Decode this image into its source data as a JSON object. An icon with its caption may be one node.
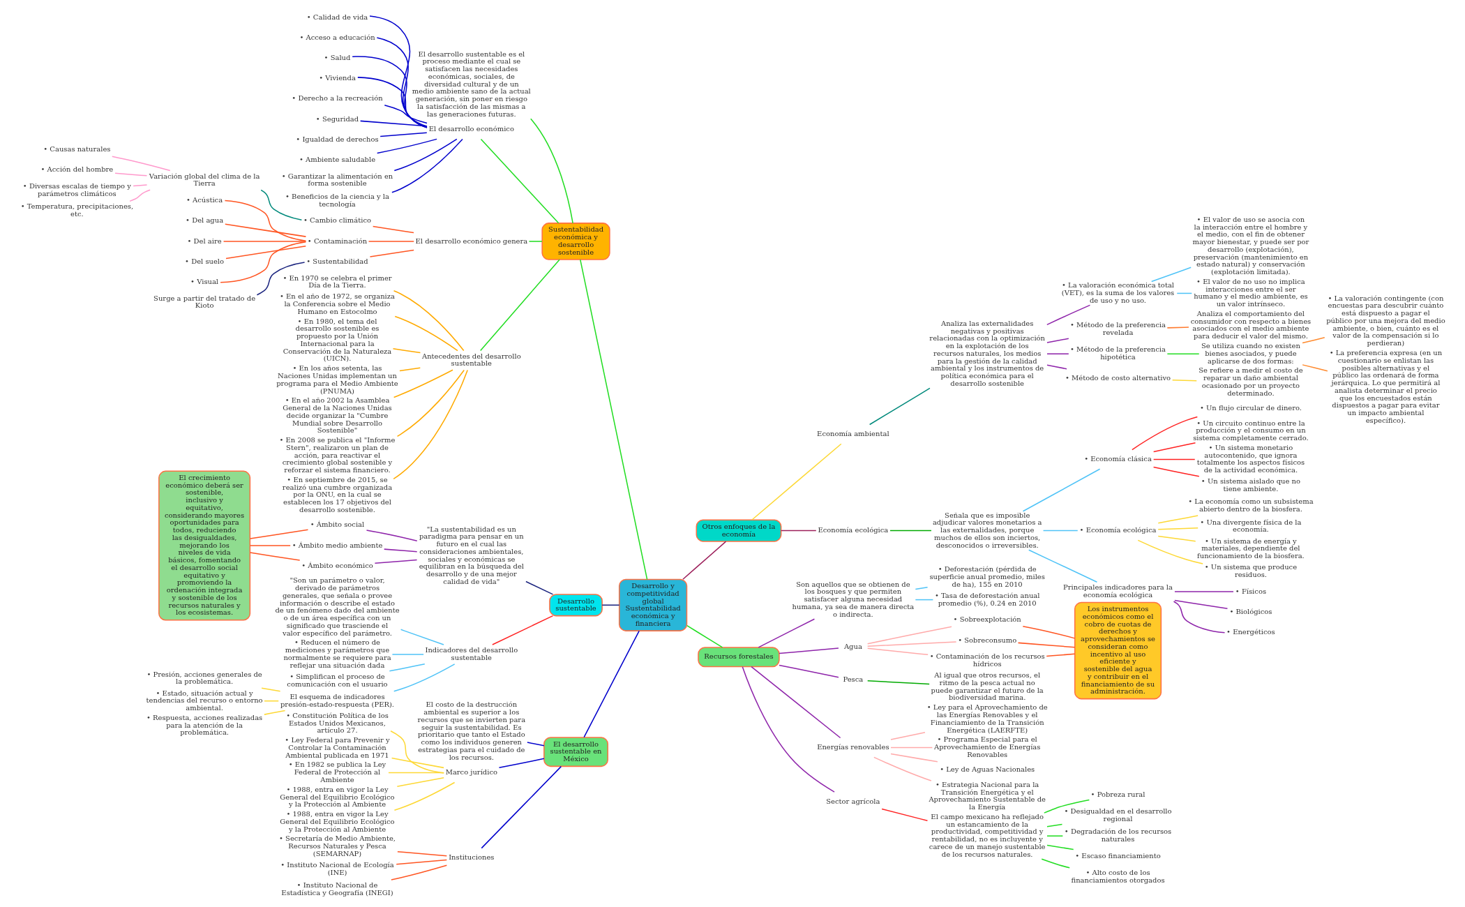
{
  "diagram": {
    "nodes": [
      {
        "text": [
          "Desarrollo y competitividad global Sustentabilidad económica y financiera"
        ]
      },
      {
        "text": [
          "Sustentabilidad económica y desarrollo sostenible"
        ]
      },
      {
        "text": [
          "El desarrollo sustentable es el proceso mediante el cual se satisfacen las necesidades económicas, sociales, de diversidad cultural y de un medio ambiente sano de la actual generación, sin poner en riesgo la satisfacción de las mismas a las generaciones futuras."
        ]
      },
      {
        "text": [
          "El desarrollo económico"
        ]
      },
      {
        "text": [
          "• Calidad de vida"
        ]
      },
      {
        "text": [
          "• Acceso a educación"
        ]
      },
      {
        "text": [
          "• Salud"
        ]
      },
      {
        "text": [
          "• Vivienda"
        ]
      },
      {
        "text": [
          "• Derecho a la recreación"
        ]
      },
      {
        "text": [
          "• Seguridad"
        ]
      },
      {
        "text": [
          "• Igualdad de derechos"
        ]
      },
      {
        "text": [
          "• Ambiente saludable"
        ]
      },
      {
        "text": [
          "• Garantizar la alimentación en forma sostenible"
        ]
      },
      {
        "text": [
          "• Beneficios de la ciencia y la tecnología"
        ]
      },
      {
        "text": [
          "El desarrollo económico genera"
        ]
      },
      {
        "text": [
          "• Cambio climático"
        ]
      },
      {
        "text": [
          "Variación global del clima de la Tierra"
        ]
      },
      {
        "text": [
          "• Causas naturales"
        ]
      },
      {
        "text": [
          "• Acción del hombre"
        ]
      },
      {
        "text": [
          "• Diversas escalas de tiempo y parámetros climáticos"
        ]
      },
      {
        "text": [
          "• Temperatura, precipitaciones, etc."
        ]
      },
      {
        "text": [
          "• Contaminación"
        ]
      },
      {
        "text": [
          "• Acústica"
        ]
      },
      {
        "text": [
          "• Del agua"
        ]
      },
      {
        "text": [
          "• Del aire"
        ]
      },
      {
        "text": [
          "• Del suelo"
        ]
      },
      {
        "text": [
          "• Visual"
        ]
      },
      {
        "text": [
          "• Sustentabilidad"
        ]
      },
      {
        "text": [
          "Surge a partir del tratado de Kioto"
        ]
      },
      {
        "text": [
          "Antecedentes del desarrollo sustentable"
        ]
      },
      {
        "text": [
          "• En 1970 se celebra el primer Día de la Tierra."
        ]
      },
      {
        "text": [
          "• En el año de 1972, se organiza la Conferencia sobre el Medio Humano en Estocolmo"
        ]
      },
      {
        "text": [
          "• En 1980, el tema del desarrollo sostenible es propuesto por la Unión Internacional para la Conservación de la Naturaleza (UICN)."
        ]
      },
      {
        "text": [
          "• En los años setenta, las Naciones Unidas implementan un programa para el Medio Ambiente (PNUMA)"
        ]
      },
      {
        "text": [
          "• En el año 2002 la Asamblea General de la Naciones Unidas decide organizar la \"Cumbre Mundial sobre Desarrollo Sostenible\""
        ]
      },
      {
        "text": [
          "• En 2008 se publica el \"Informe Stern\", realizaron un plan de acción, para reactivar el crecimiento global sostenible y reforzar el sistema financiero."
        ]
      },
      {
        "text": [
          "• En septiembre de 2015, se realizó una cumbre organizada por la ONU, en la cual se establecen los 17 objetivos del desarrollo sostenible."
        ]
      },
      {
        "text": [
          "Desarrollo sustentable"
        ]
      },
      {
        "text": [
          "\"La sustentabilidad es un paradigma para pensar en un futuro en el cual las consideraciones ambientales, sociales y económicas se equilibran en la búsqueda del desarrollo y de una mejor calidad de vida\""
        ]
      },
      {
        "text": [
          "• Ámbito social"
        ]
      },
      {
        "text": [
          "• Ámbito medio ambiente"
        ]
      },
      {
        "text": [
          "• Ámbito económico"
        ]
      },
      {
        "text": [
          "El crecimiento económico deberá ser sostenible, inclusivo y equitativo, considerando mayores oportunidades para todos, reduciendo las desigualdades, mejorando los niveles de vida básicos, fomentando el desarrollo social equitativo y promoviendo la ordenación integrada y sostenible de los recursos naturales y los ecosistemas."
        ]
      },
      {
        "text": [
          "Indicadores del desarrollo sustentable"
        ]
      },
      {
        "text": [
          "\"Son un parámetro o valor, derivado de parámetros generales, que señala o provee información o describe el estado de un fenómeno dado del ambiente o de un área específica con un significado que trasciende el valor específico del parámetro."
        ]
      },
      {
        "text": [
          "• Reducen el número de mediciones y parámetros que normalmente se requiere para reflejar una situación dada"
        ]
      },
      {
        "text": [
          "• Simplifican el proceso de comunicación con el usuario"
        ]
      },
      {
        "text": [
          "El esquema de indicadores presión-estado-respuesta (PER)."
        ]
      },
      {
        "text": [
          "• Presión, acciones generales de la problemática."
        ]
      },
      {
        "text": [
          "• Estado, situación actual y tendencias del recurso o entorno ambiental."
        ]
      },
      {
        "text": [
          "• Respuesta, acciones realizadas para la atención de la problemática."
        ]
      },
      {
        "text": [
          "Otros enfoques de la economía"
        ]
      },
      {
        "text": [
          "Economía ambiental"
        ]
      },
      {
        "text": [
          "Analiza las externalidades negativas y positivas relacionadas con la optimización en la explotación de los recursos naturales, los medios para la gestión de la calidad ambiental y los instrumentos de política económica para el desarrollo sostenible"
        ]
      },
      {
        "text": [
          "• La valoración económica total (VET), es la suma de los valores de uso y no uso."
        ]
      },
      {
        "text": [
          "• El valor de uso se asocia con la interacción entre el hombre y el medio, con el fin de obtener mayor bienestar, y puede ser por desarrollo (explotación), preservación (mantenimiento en estado natural) y conservación (explotación limitada)."
        ]
      },
      {
        "text": [
          "• El valor de no uso no implica interacciones entre el ser humano y el medio ambiente, es un valor intrínseco."
        ]
      },
      {
        "text": [
          "• Método de la preferencia revelada"
        ]
      },
      {
        "text": [
          "Analiza el comportamiento del consumidor con respecto a bienes asociados con el medio ambiente para deducir el valor del mismo."
        ]
      },
      {
        "text": [
          "• Método de la preferencia hipotética"
        ]
      },
      {
        "text": [
          "Se utiliza cuando no existen bienes asociados, y puede aplicarse de dos formas:"
        ]
      },
      {
        "text": [
          "• La valoración contingente (con encuestas para descubrir cuánto está dispuesto a pagar el público por una mejora del medio ambiente, o bien, cuánto es el valor de la compensación si lo perdieran)"
        ]
      },
      {
        "text": [
          "• La preferencia expresa (en un cuestionario se enlistan las posibles alternativas y el público las ordenará de forma jerárquica. Lo que permitirá al analista determinar el precio que los encuestados están dispuestos a pagar para evitar un impacto ambiental específico)."
        ]
      },
      {
        "text": [
          "• Método de costo alternativo"
        ]
      },
      {
        "text": [
          "Se refiere a medir el costo de reparar un daño ambiental ocasionado por un proyecto determinado."
        ]
      },
      {
        "text": [
          "Economía ecológica"
        ]
      },
      {
        "text": [
          "Señala que es imposible adjudicar valores monetarios a las externalidades, porque muchos de ellos son inciertos, desconocidos o irreversibles."
        ]
      },
      {
        "text": [
          "• Economía clásica"
        ]
      },
      {
        "text": [
          "• Un flujo circular de dinero."
        ]
      },
      {
        "text": [
          "• Un circuito continuo entre la producción y el consumo en un sistema completamente cerrado."
        ]
      },
      {
        "text": [
          "• Un sistema monetario autocontenido, que ignora totalmente los aspectos físicos de la actividad económica."
        ]
      },
      {
        "text": [
          "• Un sistema aislado que no tiene ambiente."
        ]
      },
      {
        "text": [
          "• Economía ecológica"
        ]
      },
      {
        "text": [
          "• La economía como un subsistema abierto dentro de la biosfera."
        ]
      },
      {
        "text": [
          "• Una divergente física de la economía."
        ]
      },
      {
        "text": [
          "• Un sistema de energía y materiales, dependiente del funcionamiento de la biosfera."
        ]
      },
      {
        "text": [
          "• Un sistema que produce residuos."
        ]
      },
      {
        "text": [
          "Principales indicadores para la economía ecológica"
        ]
      },
      {
        "text": [
          "• Físicos"
        ]
      },
      {
        "text": [
          "• Biológicos"
        ]
      },
      {
        "text": [
          "• Energéticos"
        ]
      },
      {
        "text": [
          "El desarrollo sustentable en México"
        ]
      },
      {
        "text": [
          "El costo de la destrucción ambiental es superior a los recursos que se invierten para seguir la sustentabilidad. Es prioritario que tanto el Estado como los individuos generen estrategias para el cuidado de los recursos."
        ]
      },
      {
        "text": [
          "Marco jurídico"
        ]
      },
      {
        "text": [
          "• Constitución Política de los Estados Unidos Mexicanos, artículo 27."
        ]
      },
      {
        "text": [
          "• Ley Federal para Prevenir y Controlar la Contaminación Ambiental publicada en 1971"
        ]
      },
      {
        "text": [
          "• En 1982 se publica la Ley Federal de Protección al Ambiente"
        ]
      },
      {
        "text": [
          "• 1988, entra en vigor la Ley General del Equilibrio Ecológico y la Protección al Ambiente"
        ]
      },
      {
        "text": [
          "• 1988, entra en vigor la Ley General del Equilibrio Ecológico y la Protección al Ambiente"
        ]
      },
      {
        "text": [
          "Instituciones"
        ]
      },
      {
        "text": [
          "• Secretaría de Medio Ambiente, Recursos Naturales y Pesca (SEMARNAP)"
        ]
      },
      {
        "text": [
          "• Instituto Nacional de Ecología (INE)"
        ]
      },
      {
        "text": [
          "• Instituto Nacional de Estadística y Geografía (INEGI)"
        ]
      },
      {
        "text": [
          "Recursos forestales"
        ]
      },
      {
        "text": [
          "Son aquellos que se obtienen de los bosques y que permiten satisfacer alguna necesidad humana, ya sea de manera directa o indirecta."
        ]
      },
      {
        "text": [
          "• Deforestación (pérdida de superficie anual promedio, miles de ha), 155 en 2010"
        ]
      },
      {
        "text": [
          "• Tasa de deforestación anual promedio (%), 0.24 en 2010"
        ]
      },
      {
        "text": [
          "Agua"
        ]
      },
      {
        "text": [
          "• Sobreexplotación"
        ]
      },
      {
        "text": [
          "• Sobreconsumo"
        ]
      },
      {
        "text": [
          "• Contaminación de los recursos hídricos"
        ]
      },
      {
        "text": [
          "Los instrumentos económicos como el cobro de cuotas de derechos y aprovechamientos se consideran como incentivo al uso eficiente y sostenible del agua y contribuir en el financiamiento de su administración."
        ]
      },
      {
        "text": [
          "Pesca"
        ]
      },
      {
        "text": [
          "Al igual que otros recursos, el ritmo de la pesca actual no puede garantizar el futuro de la biodiversidad marina."
        ]
      },
      {
        "text": [
          "Energías renovables"
        ]
      },
      {
        "text": [
          "• Ley para el Aprovechamiento de las Energías Renovables y el Financiamiento de la Transición Energética (LAERFTE)"
        ]
      },
      {
        "text": [
          "• Programa Especial para el Aprovechamiento de Energías Renovables"
        ]
      },
      {
        "text": [
          "• Ley de Aguas Nacionales"
        ]
      },
      {
        "text": [
          "• Estrategia Nacional para la Transición Energética y el Aprovechamiento Sustentable de la Energía"
        ]
      },
      {
        "text": [
          "Sector agrícola"
        ]
      },
      {
        "text": [
          "El campo mexicano ha reflejado un estancamiento de la productividad, competitividad y rentabilidad, no es incluyente y carece de un manejo sustentable de los recursos naturales."
        ]
      },
      {
        "text": [
          "• Pobreza rural"
        ]
      },
      {
        "text": [
          "• Desigualdad en el desarrollo regional"
        ]
      },
      {
        "text": [
          "• Degradación de los recursos naturales"
        ]
      },
      {
        "text": [
          "• Escaso financiamiento"
        ]
      },
      {
        "text": [
          "• Alto costo de los financiamientos otorgados"
        ]
      }
    ],
    "edges": [
      {
        "from": 0,
        "to": 1,
        "arrow": "none",
        "color": "#22dd22"
      },
      {
        "from": 1,
        "to": 2,
        "arrow": "none",
        "color": "#22dd22"
      },
      {
        "from": 1,
        "to": 3,
        "arrow": "none",
        "color": "#22dd22"
      },
      {
        "from": 1,
        "to": 14,
        "arrow": "none",
        "color": "#22dd22"
      },
      {
        "from": 1,
        "to": 29,
        "arrow": "none",
        "color": "#22dd22"
      },
      {
        "from": 3,
        "to": 4,
        "arrow": "none",
        "color": "#0000cc"
      },
      {
        "from": 3,
        "to": 5,
        "arrow": "none",
        "color": "#0000cc"
      },
      {
        "from": 3,
        "to": 6,
        "arrow": "none",
        "color": "#0000cc"
      },
      {
        "from": 3,
        "to": 7,
        "arrow": "none",
        "color": "#0000cc"
      },
      {
        "from": 3,
        "to": 8,
        "arrow": "none",
        "color": "#0000cc"
      },
      {
        "from": 3,
        "to": 9,
        "arrow": "none",
        "color": "#0000cc"
      },
      {
        "from": 3,
        "to": 10,
        "arrow": "none",
        "color": "#0000cc"
      },
      {
        "from": 3,
        "to": 11,
        "arrow": "none",
        "color": "#0000cc"
      },
      {
        "from": 3,
        "to": 12,
        "arrow": "none",
        "color": "#0000cc"
      },
      {
        "from": 3,
        "to": 13,
        "arrow": "none",
        "color": "#0000cc"
      },
      {
        "from": 14,
        "to": 15,
        "arrow": "none",
        "color": "#ff5522"
      },
      {
        "from": 14,
        "to": 21,
        "arrow": "none",
        "color": "#ff5522"
      },
      {
        "from": 14,
        "to": 27,
        "arrow": "none",
        "color": "#ff5522"
      },
      {
        "from": 15,
        "to": 16,
        "arrow": "none",
        "color": "#00897b"
      },
      {
        "from": 16,
        "to": 17,
        "arrow": "none",
        "color": "#ff99cc"
      },
      {
        "from": 16,
        "to": 18,
        "arrow": "none",
        "color": "#ff99cc"
      },
      {
        "from": 16,
        "to": 19,
        "arrow": "none",
        "color": "#ff99cc"
      },
      {
        "from": 16,
        "to": 20,
        "arrow": "none",
        "color": "#ff99cc"
      },
      {
        "from": 21,
        "to": 22,
        "arrow": "none",
        "color": "#ff5522"
      },
      {
        "from": 21,
        "to": 23,
        "arrow": "none",
        "color": "#ff5522"
      },
      {
        "from": 21,
        "to": 24,
        "arrow": "none",
        "color": "#ff5522"
      },
      {
        "from": 21,
        "to": 25,
        "arrow": "none",
        "color": "#ff5522"
      },
      {
        "from": 21,
        "to": 26,
        "arrow": "none",
        "color": "#ff5522"
      },
      {
        "from": 27,
        "to": 28,
        "arrow": "none",
        "color": "#1a237e"
      },
      {
        "from": 29,
        "to": 30,
        "arrow": "none",
        "color": "#ffaa00"
      },
      {
        "from": 29,
        "to": 31,
        "arrow": "none",
        "color": "#ffaa00"
      },
      {
        "from": 29,
        "to": 32,
        "arrow": "none",
        "color": "#ffaa00"
      },
      {
        "from": 29,
        "to": 33,
        "arrow": "none",
        "color": "#ffaa00"
      },
      {
        "from": 29,
        "to": 34,
        "arrow": "none",
        "color": "#ffaa00"
      },
      {
        "from": 29,
        "to": 35,
        "arrow": "none",
        "color": "#ffaa00"
      },
      {
        "from": 29,
        "to": 36,
        "arrow": "none",
        "color": "#ffaa00"
      },
      {
        "from": 0,
        "to": 37,
        "arrow": "none",
        "color": "#1a237e"
      },
      {
        "from": 37,
        "to": 38,
        "arrow": "none",
        "color": "#1a237e"
      },
      {
        "from": 37,
        "to": 43,
        "arrow": "none",
        "color": "#ff2222"
      },
      {
        "from": 38,
        "to": 39,
        "arrow": "none",
        "color": "#8e24aa"
      },
      {
        "from": 38,
        "to": 40,
        "arrow": "none",
        "color": "#8e24aa"
      },
      {
        "from": 38,
        "to": 41,
        "arrow": "none",
        "color": "#8e24aa"
      },
      {
        "from": 39,
        "to": 42,
        "arrow": "none",
        "color": "#ff5522"
      },
      {
        "from": 40,
        "to": 42,
        "arrow": "none",
        "color": "#ff5522"
      },
      {
        "from": 41,
        "to": 42,
        "arrow": "none",
        "color": "#ff5522"
      },
      {
        "from": 43,
        "to": 44,
        "arrow": "none",
        "color": "#4fc3f7"
      },
      {
        "from": 43,
        "to": 45,
        "arrow": "none",
        "color": "#4fc3f7"
      },
      {
        "from": 43,
        "to": 46,
        "arrow": "none",
        "color": "#4fc3f7"
      },
      {
        "from": 43,
        "to": 47,
        "arrow": "none",
        "color": "#4fc3f7"
      },
      {
        "from": 47,
        "to": 48,
        "arrow": "none",
        "color": "#fdd835"
      },
      {
        "from": 47,
        "to": 49,
        "arrow": "none",
        "color": "#fdd835"
      },
      {
        "from": 47,
        "to": 50,
        "arrow": "none",
        "color": "#fdd835"
      },
      {
        "from": 0,
        "to": 51,
        "arrow": "none",
        "color": "#9c1f5a"
      },
      {
        "from": 51,
        "to": 52,
        "arrow": "none",
        "color": "#fdd835"
      },
      {
        "from": 51,
        "to": 65,
        "arrow": "none",
        "color": "#9c1f5a"
      },
      {
        "from": 52,
        "to": 53,
        "arrow": "none",
        "color": "#00897b"
      },
      {
        "from": 53,
        "to": 54,
        "arrow": "none",
        "color": "#8e24aa"
      },
      {
        "from": 53,
        "to": 57,
        "arrow": "none",
        "color": "#8e24aa"
      },
      {
        "from": 53,
        "to": 59,
        "arrow": "none",
        "color": "#8e24aa"
      },
      {
        "from": 53,
        "to": 63,
        "arrow": "none",
        "color": "#8e24aa"
      },
      {
        "from": 54,
        "to": 55,
        "arrow": "none",
        "color": "#4fc3f7"
      },
      {
        "from": 54,
        "to": 56,
        "arrow": "none",
        "color": "#4fc3f7"
      },
      {
        "from": 57,
        "to": 58,
        "arrow": "none",
        "color": "#ff7a2e"
      },
      {
        "from": 59,
        "to": 60,
        "arrow": "none",
        "color": "#22dd22"
      },
      {
        "from": 60,
        "to": 61,
        "arrow": "none",
        "color": "#ff8a2e"
      },
      {
        "from": 60,
        "to": 62,
        "arrow": "none",
        "color": "#ff8a2e"
      },
      {
        "from": 63,
        "to": 64,
        "arrow": "none",
        "color": "#fdd835"
      },
      {
        "from": 65,
        "to": 66,
        "arrow": "none",
        "color": "#00aa00"
      },
      {
        "from": 66,
        "to": 67,
        "arrow": "none",
        "color": "#4fc3f7"
      },
      {
        "from": 66,
        "to": 72,
        "arrow": "none",
        "color": "#4fc3f7"
      },
      {
        "from": 66,
        "to": 77,
        "arrow": "none",
        "color": "#4fc3f7"
      },
      {
        "from": 67,
        "to": 68,
        "arrow": "none",
        "color": "#ff2222"
      },
      {
        "from": 67,
        "to": 69,
        "arrow": "none",
        "color": "#ff2222"
      },
      {
        "from": 67,
        "to": 70,
        "arrow": "none",
        "color": "#ff2222"
      },
      {
        "from": 67,
        "to": 71,
        "arrow": "none",
        "color": "#ff2222"
      },
      {
        "from": 72,
        "to": 73,
        "arrow": "none",
        "color": "#fdd835"
      },
      {
        "from": 72,
        "to": 74,
        "arrow": "none",
        "color": "#fdd835"
      },
      {
        "from": 72,
        "to": 75,
        "arrow": "none",
        "color": "#fdd835"
      },
      {
        "from": 72,
        "to": 76,
        "arrow": "none",
        "color": "#fdd835"
      },
      {
        "from": 77,
        "to": 78,
        "arrow": "none",
        "color": "#8e24aa"
      },
      {
        "from": 77,
        "to": 79,
        "arrow": "none",
        "color": "#8e24aa"
      },
      {
        "from": 77,
        "to": 80,
        "arrow": "none",
        "color": "#8e24aa"
      },
      {
        "from": 0,
        "to": 81,
        "arrow": "none",
        "color": "#0000cc"
      },
      {
        "from": 81,
        "to": 82,
        "arrow": "none",
        "color": "#0000cc"
      },
      {
        "from": 81,
        "to": 83,
        "arrow": "none",
        "color": "#0000cc"
      },
      {
        "from": 81,
        "to": 89,
        "arrow": "none",
        "color": "#0000cc"
      },
      {
        "from": 83,
        "to": 84,
        "arrow": "none",
        "color": "#fdd835"
      },
      {
        "from": 83,
        "to": 85,
        "arrow": "none",
        "color": "#fdd835"
      },
      {
        "from": 83,
        "to": 86,
        "arrow": "none",
        "color": "#fdd835"
      },
      {
        "from": 83,
        "to": 87,
        "arrow": "none",
        "color": "#fdd835"
      },
      {
        "from": 83,
        "to": 88,
        "arrow": "none",
        "color": "#fdd835"
      },
      {
        "from": 89,
        "to": 90,
        "arrow": "none",
        "color": "#ff5522"
      },
      {
        "from": 89,
        "to": 91,
        "arrow": "none",
        "color": "#ff5522"
      },
      {
        "from": 89,
        "to": 92,
        "arrow": "none",
        "color": "#ff5522"
      },
      {
        "from": 0,
        "to": 93,
        "arrow": "none",
        "color": "#22dd22"
      },
      {
        "from": 93,
        "to": 94,
        "arrow": "none",
        "color": "#8e24aa"
      },
      {
        "from": 93,
        "to": 97,
        "arrow": "none",
        "color": "#8e24aa"
      },
      {
        "from": 93,
        "to": 102,
        "arrow": "none",
        "color": "#8e24aa"
      },
      {
        "from": 93,
        "to": 104,
        "arrow": "none",
        "color": "#8e24aa"
      },
      {
        "from": 93,
        "to": 109,
        "arrow": "none",
        "color": "#8e24aa"
      },
      {
        "from": 94,
        "to": 95,
        "arrow": "none",
        "color": "#4fc3f7"
      },
      {
        "from": 94,
        "to": 96,
        "arrow": "none",
        "color": "#4fc3f7"
      },
      {
        "from": 97,
        "to": 98,
        "arrow": "none",
        "color": "#ffaaaa"
      },
      {
        "from": 97,
        "to": 99,
        "arrow": "none",
        "color": "#ffaaaa"
      },
      {
        "from": 97,
        "to": 100,
        "arrow": "none",
        "color": "#ffaaaa"
      },
      {
        "from": 98,
        "to": 101,
        "arrow": "none",
        "color": "#ff5522"
      },
      {
        "from": 99,
        "to": 101,
        "arrow": "none",
        "color": "#ff5522"
      },
      {
        "from": 100,
        "to": 101,
        "arrow": "none",
        "color": "#ff5522"
      },
      {
        "from": 102,
        "to": 103,
        "arrow": "none",
        "color": "#00aa00"
      },
      {
        "from": 104,
        "to": 105,
        "arrow": "none",
        "color": "#ffaaaa"
      },
      {
        "from": 104,
        "to": 106,
        "arrow": "none",
        "color": "#ffaaaa"
      },
      {
        "from": 104,
        "to": 107,
        "arrow": "none",
        "color": "#ffaaaa"
      },
      {
        "from": 104,
        "to": 108,
        "arrow": "none",
        "color": "#ffaaaa"
      },
      {
        "from": 109,
        "to": 110,
        "arrow": "none",
        "color": "#ff2222"
      },
      {
        "from": 110,
        "to": 111,
        "arrow": "none",
        "color": "#22dd22"
      },
      {
        "from": 110,
        "to": 112,
        "arrow": "none",
        "color": "#22dd22"
      },
      {
        "from": 110,
        "to": 113,
        "arrow": "none",
        "color": "#22dd22"
      },
      {
        "from": 110,
        "to": 114,
        "arrow": "none",
        "color": "#22dd22"
      },
      {
        "from": 110,
        "to": 115,
        "arrow": "none",
        "color": "#22dd22"
      }
    ]
  }
}
